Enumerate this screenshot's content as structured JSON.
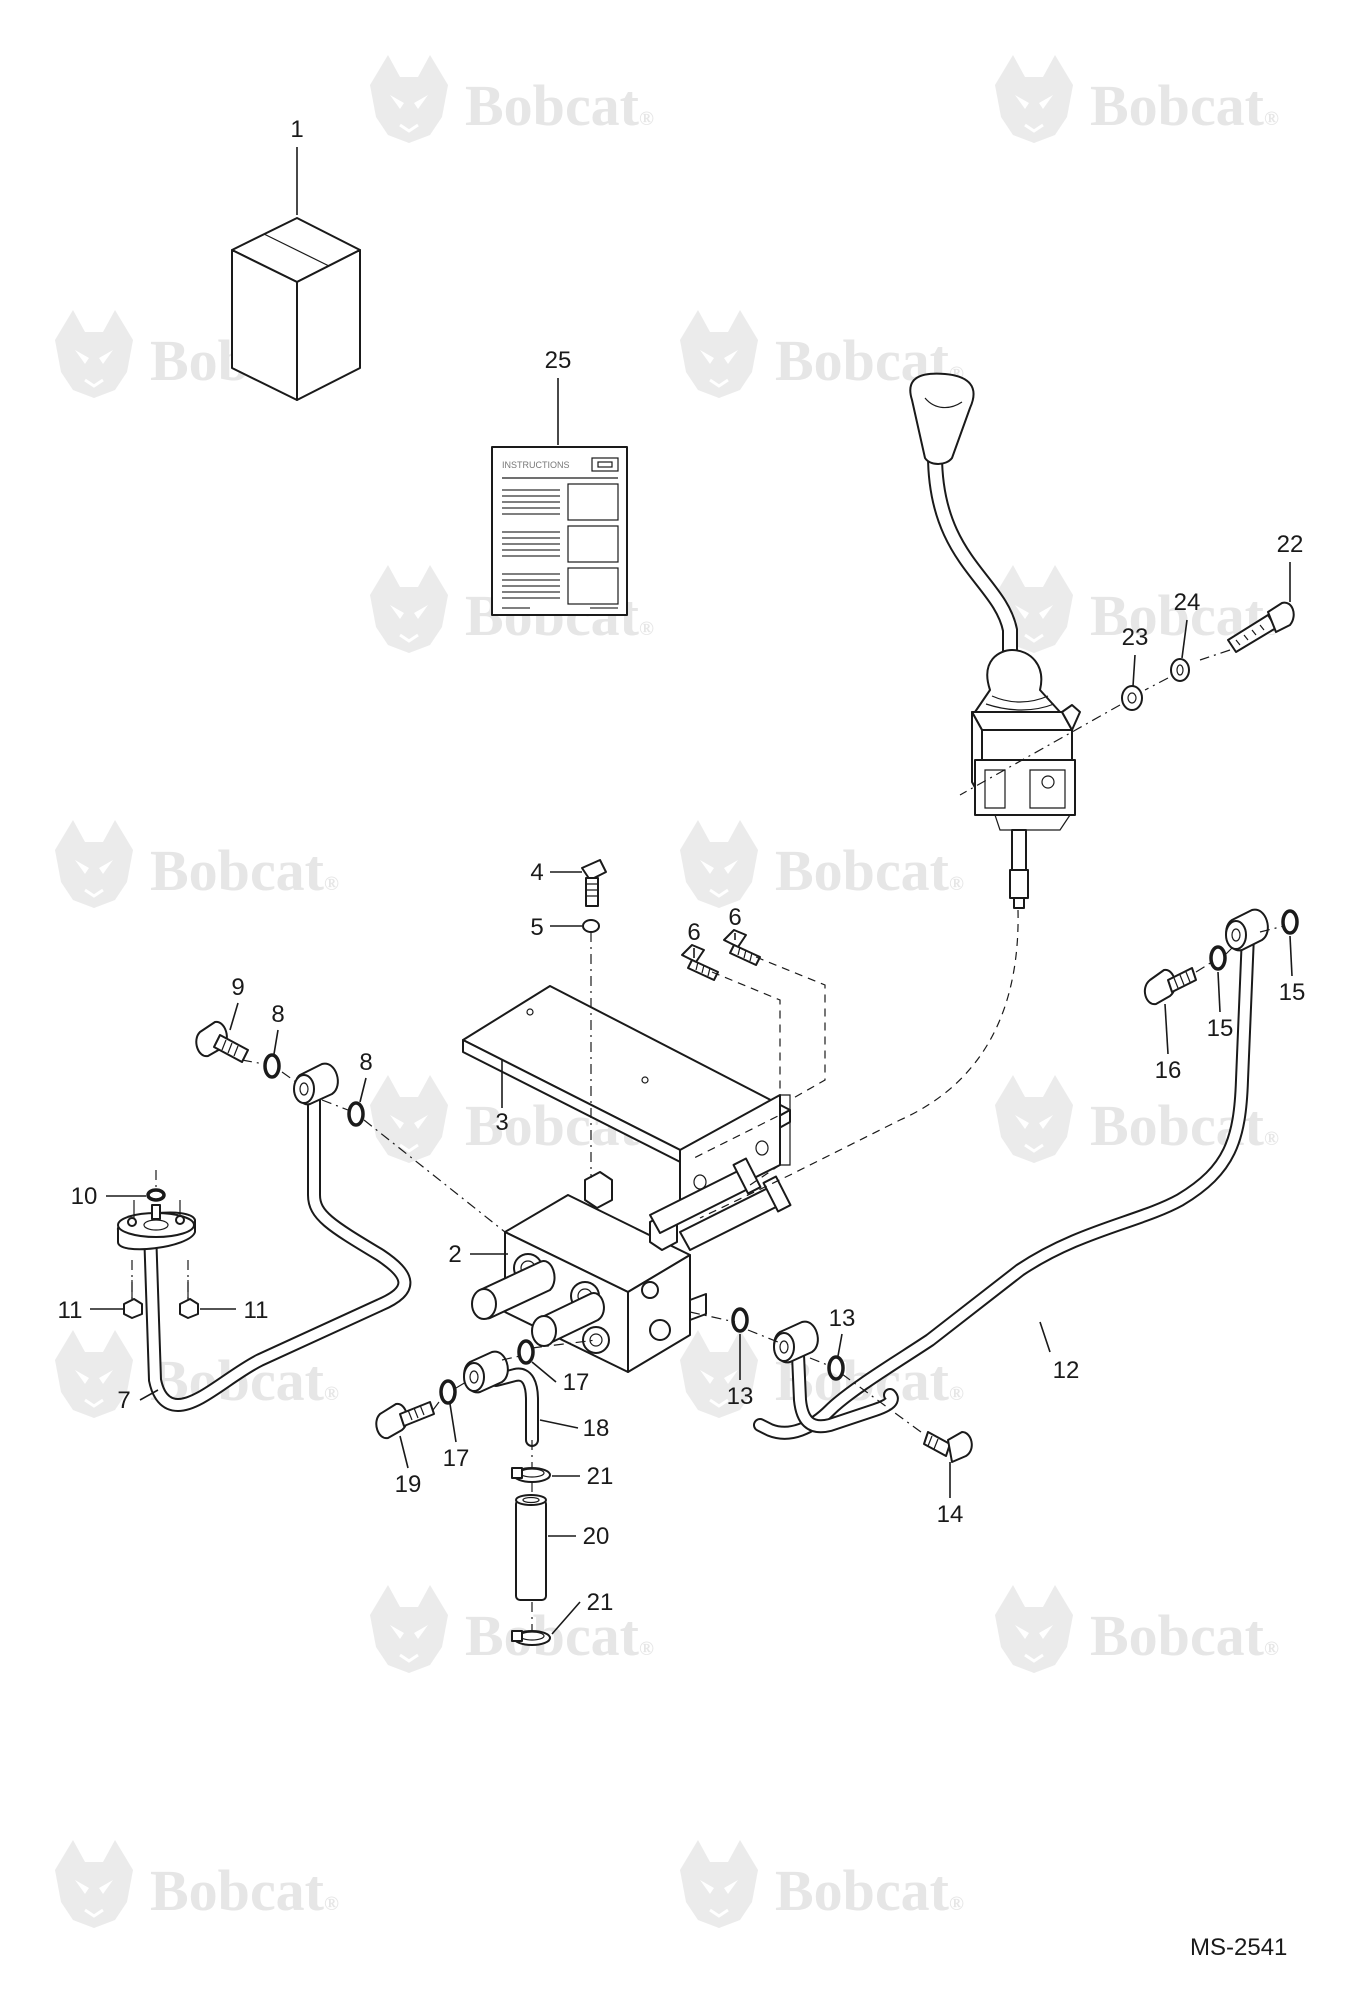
{
  "watermark": {
    "brand": "Bobcat",
    "trademark": "®",
    "color": "#e6e6e6"
  },
  "drawing_id": "MS-2541",
  "instruction_sheet": {
    "title": "INSTRUCTIONS"
  },
  "callouts": [
    {
      "id": "c1",
      "label": "1"
    },
    {
      "id": "c25",
      "label": "25"
    },
    {
      "id": "c22",
      "label": "22"
    },
    {
      "id": "c24",
      "label": "24"
    },
    {
      "id": "c23",
      "label": "23"
    },
    {
      "id": "c4",
      "label": "4"
    },
    {
      "id": "c5",
      "label": "5"
    },
    {
      "id": "c6a",
      "label": "6"
    },
    {
      "id": "c6b",
      "label": "6"
    },
    {
      "id": "c9",
      "label": "9"
    },
    {
      "id": "c8a",
      "label": "8"
    },
    {
      "id": "c8b",
      "label": "8"
    },
    {
      "id": "c3",
      "label": "3"
    },
    {
      "id": "c10",
      "label": "10"
    },
    {
      "id": "c11a",
      "label": "11"
    },
    {
      "id": "c11b",
      "label": "11"
    },
    {
      "id": "c2",
      "label": "2"
    },
    {
      "id": "c7",
      "label": "7"
    },
    {
      "id": "c19",
      "label": "19"
    },
    {
      "id": "c17a",
      "label": "17"
    },
    {
      "id": "c17b",
      "label": "17"
    },
    {
      "id": "c18",
      "label": "18"
    },
    {
      "id": "c21a",
      "label": "21"
    },
    {
      "id": "c20",
      "label": "20"
    },
    {
      "id": "c21b",
      "label": "21"
    },
    {
      "id": "c13a",
      "label": "13"
    },
    {
      "id": "c13b",
      "label": "13"
    },
    {
      "id": "c14",
      "label": "14"
    },
    {
      "id": "c12",
      "label": "12"
    },
    {
      "id": "c16",
      "label": "16"
    },
    {
      "id": "c15a",
      "label": "15"
    },
    {
      "id": "c15b",
      "label": "15"
    }
  ]
}
